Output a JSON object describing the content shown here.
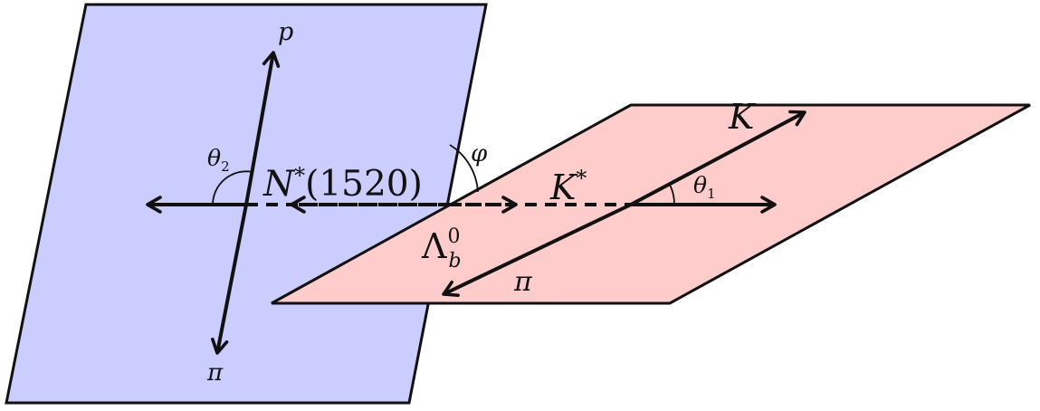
{
  "colors": {
    "plane_left": "#cccdff",
    "plane_right": "#ffcccc",
    "stroke": "#111111",
    "background": "#ffffff"
  },
  "labels": {
    "p": "p",
    "pi_left": "π",
    "theta2": "θ",
    "theta2_sub": "2",
    "nstar_main": "N",
    "nstar_sup": "*",
    "nstar_mass": "(1520)",
    "varphi": "φ",
    "kstar_main": "K",
    "kstar_sup": "*",
    "lambda_main": "Λ",
    "lambda_sup": "0",
    "lambda_sub": "b",
    "k": "K",
    "theta1": "θ",
    "theta1_sub": "1",
    "pi_right": "π"
  }
}
